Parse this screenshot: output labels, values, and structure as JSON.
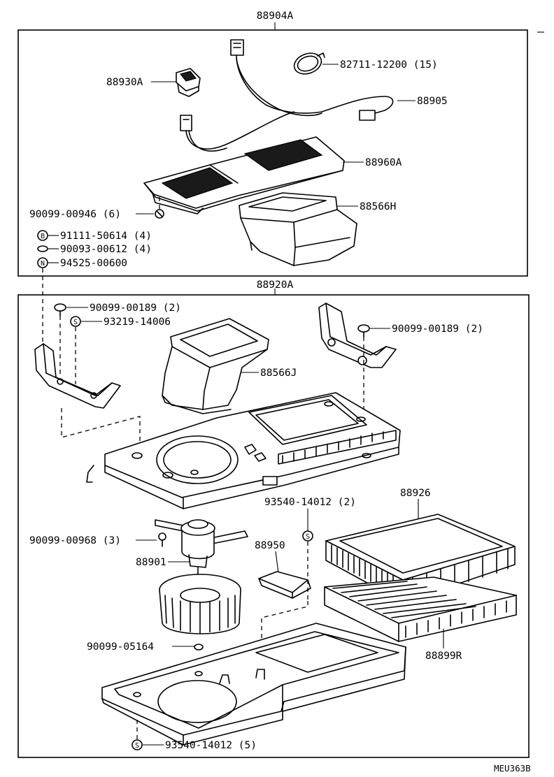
{
  "groups": {
    "upper": "88904A",
    "lower": "88920A"
  },
  "parts": {
    "switch": "88930A",
    "clamp": "82711-12200 (15)",
    "harness": "88905",
    "panel": "88960A",
    "duct_upper": "88566H",
    "screw_upper": "90099-00946 (6)",
    "bolt": "91111-50614 (4)",
    "washer": "90093-00612 (4)",
    "nut": "94525-00600",
    "clip_left": "90099-00189 (2)",
    "screw_left": "93219-14006",
    "clip_right": "90099-00189 (2)",
    "duct_lower": "88566J",
    "screw_mid": "93540-14012 (2)",
    "filter_a": "88926",
    "motor_screw": "90099-00968 (3)",
    "motor": "88901",
    "resistor": "88950",
    "fan_clip": "90099-05164",
    "filter_b": "88899R",
    "screw_bottom": "93540-14012 (5)"
  },
  "symbols": {
    "bolt": "B",
    "nut": "N",
    "screw": "S"
  },
  "drawing_code": "MEU363B"
}
